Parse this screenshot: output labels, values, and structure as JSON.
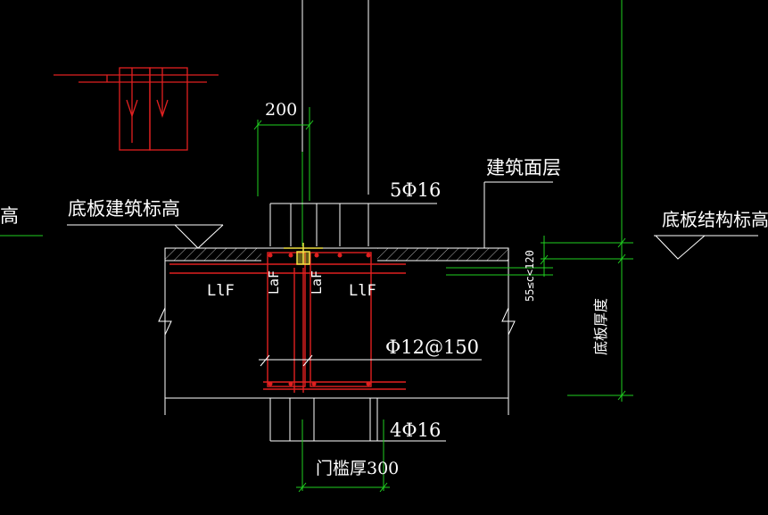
{
  "labels": {
    "left_edge_partial": "高",
    "floor_arch_elev": "底板建筑标高",
    "floor_struct_elev": "底板结构标高",
    "arch_finish": "建筑面层",
    "top_bars": "5Φ16",
    "bottom_bars": "4Φ16",
    "stirrups": "Φ12@150",
    "dim_200": "200",
    "dim_cover": "55≤c<120",
    "threshold_thk": "门槛厚300",
    "slab_thk": "底板厚度",
    "lif_left": "LlF",
    "laf_1": "LaF",
    "laf_2": "LaF",
    "lif_right": "LlF"
  },
  "colors": {
    "background": "#000000",
    "line_white": "#ffffff",
    "rebar_red": "#e02020",
    "dim_green": "#20d020",
    "hatch_gray": "#b0b0b0",
    "detail_yellow": "#f0e040"
  }
}
